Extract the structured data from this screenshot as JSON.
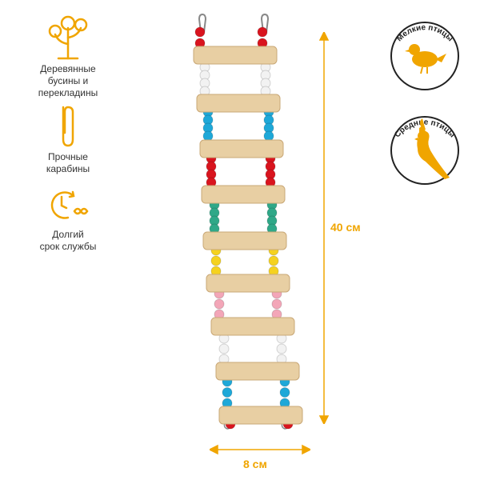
{
  "features": [
    {
      "icon": "tree-icon",
      "text": "Деревянные\nбусины и\nперекладины"
    },
    {
      "icon": "carabiner-icon",
      "text": "Прочные\nкарабины"
    },
    {
      "icon": "clock-infinity-icon",
      "text": "Долгий\nсрок службы"
    }
  ],
  "dimensions": {
    "height": "40 см",
    "width": "8 см"
  },
  "badges": [
    {
      "label": "Мелкие птицы",
      "icon": "small-bird-icon"
    },
    {
      "label": "Средние птицы",
      "icon": "cockatiel-icon"
    }
  ],
  "colors": {
    "accent": "#f0a500",
    "wood": "#e8cfa3",
    "bead_red": "#d9141e",
    "bead_white": "#f2f2f2",
    "bead_blue": "#1ea8d8",
    "bead_green": "#2fa888",
    "bead_yellow": "#f5d21f",
    "bead_pink": "#f3a6b8"
  }
}
